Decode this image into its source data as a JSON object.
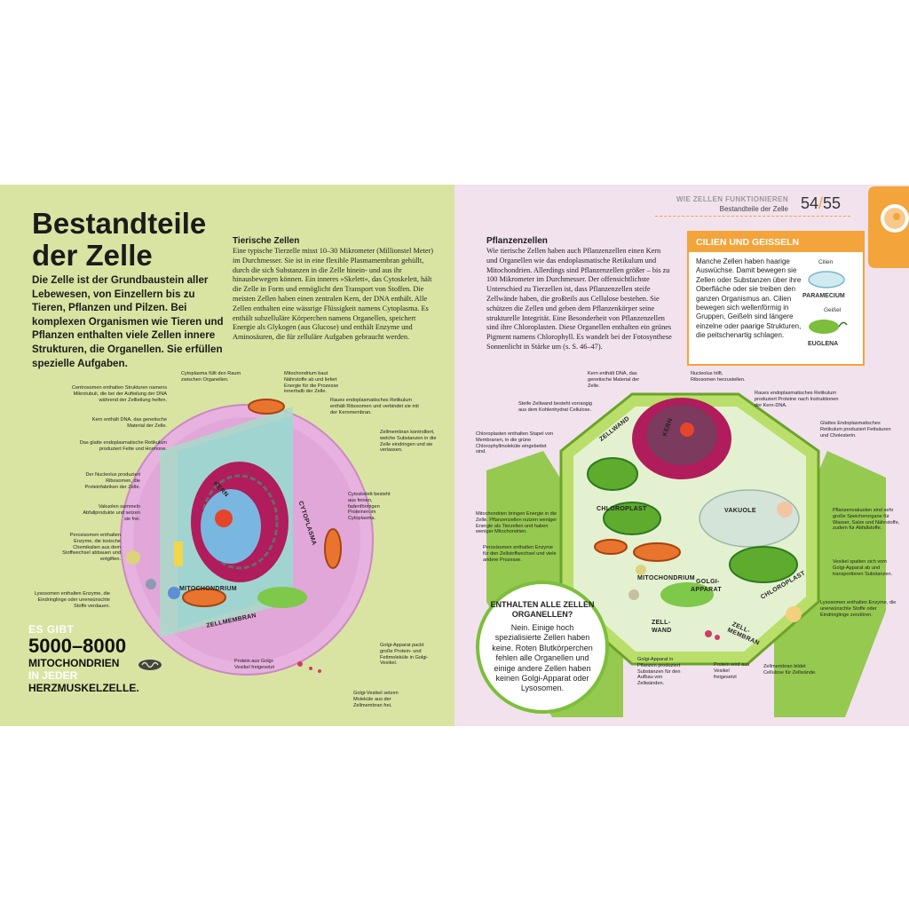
{
  "left": {
    "title_lines": [
      "Bestandteile",
      "der Zelle"
    ],
    "intro": "Die Zelle ist der Grundbaustein aller Lebewesen, von Einzellern bis zu Tieren, Pflanzen und Pilzen. Bei komplexen Organismen wie Tieren und Pflanzen enthalten viele Zellen innere Strukturen, die Organellen. Sie erfüllen spezielle Aufgaben.",
    "tier_head": "Tierische Zellen",
    "tier_body": "Eine typische Tierzelle misst 10–30 Mikrometer (Millionstel Meter) im Durchmesser. Sie ist in eine flexible Plasmamembran gehüllt, durch die sich Substanzen in die Zelle hinein- und aus ihr hinausbewegen können. Ein inneres »Skelett«, das Cytoskelett, hält die Zelle in Form und ermöglicht den Transport von Stoffen. Die meisten Zellen haben einen zentralen Kern, der DNA enthält. Alle Zellen enthalten eine wässrige Flüssigkeit namens Cytoplasma. Es enthält subzelluläre Körperchen namens Organellen, speichert Energie als Glykogen (aus Glucose) und enthält Enzyme und Aminosäuren, die für zelluläre Aufgaben gebraucht werden.",
    "fact": {
      "l1": "ES GIBT",
      "l2": "5000–8000",
      "l3": "MITOCHONDRIEN",
      "l4": "IN JEDER",
      "l5": "HERZMUSKELZELLE."
    },
    "annotations": {
      "cytoplasma": "Cytoplasma füllt den Raum zwischen Organellen.",
      "centrosomen": "Centrosomen enthalten Strukturen namens Mikrotubuli, die bei der Aufteilung der DNA während der Zellteilung helfen.",
      "kern": "Kern enthält DNA, das genetische Material der Zelle.",
      "glattes_er": "Das glatte endoplasmatische Retikulum produziert Fette und Hormone.",
      "nucleolus": "Der Nucleolus produziert Ribosomen, die Proteinfabriken der Zelle.",
      "vakuolen": "Vakuolen sammeln Abfallprodukte und setzen sie frei.",
      "peroxisomen": "Peroxisomen enthalten Enzyme, die toxische Chemikalien aus dem Stoffwechsel abbauen und entgiften.",
      "lysosomen": "Lysosomen enthalten Enzyme, die Eindringlinge oder unerwünschte Stoffe verdauen.",
      "mitochondrium": "Mitochondrium baut Nährstoffe ab und liefert Energie für die Prozesse innerhalb der Zelle.",
      "raues_er": "Raues endoplasmatisches Retikulum enthält Ribosomen und verbindet sie mit der Kernmembran.",
      "zellmembran": "Zellmembran kontrolliert, welche Substanzen in die Zelle eindringen und sie verlassen.",
      "cytoskelett": "Cytoskelett besteht aus feinen, fadenförmigen Proteinen im Cytoplasma.",
      "golgi_apparat": "Golgi-Apparat packt große Protein- und Fettmoleküle in Golgi-Vesikel.",
      "golgi_vesikel": "Golgi-Vesikel setzen Moleküle aus der Zellmembran frei.",
      "protein": "Protein aus Golgi-Vesikel freigesetzt"
    },
    "labels": {
      "kern": "KERN",
      "cytoplasma": "CYTOPLASMA",
      "mitochondrium": "MITOCHONDRIUM",
      "zellmembran": "ZELLMEMBRAN"
    }
  },
  "right": {
    "header_section": "WIE ZELLEN FUNKTIONIEREN",
    "header_sub": "Bestandteile der Zelle",
    "page_a": "54",
    "page_sep": "/",
    "page_b": "55",
    "pfl_head": "Pflanzenzellen",
    "pfl_body": "Wie tierische Zellen haben auch Pflanzenzellen einen Kern und Organellen wie das endoplasmatische Retikulum und Mitochondrien. Allerdings sind Pflanzenzellen größer – bis zu 100 Mikrometer im Durchmesser. Der offensichtlichste Unterschied zu Tierzellen ist, dass Pflanzenzellen steife Zellwände haben, die großteils aus Cellulose bestehen. Sie schützen die Zellen und geben dem Pflanzenkörper seine strukturelle Integrität. Eine Besonderheit von Pflanzenzellen sind ihre Chloroplasten. Diese Organellen enthalten ein grünes Pigment namens Chlorophyll. Es wandelt bei der Fotosynthese Sonnenlicht in Stärke um (s. S. 46–47).",
    "box": {
      "title": "CILIEN UND GEISSELN",
      "body": "Manche Zellen haben haarige Auswüchse. Damit bewegen sie Zellen oder Substanzen über ihre Oberfläche oder sie treiben den ganzen Organismus an. Cilien bewegen sich wellenförmig in Gruppen, Geißeln sind längere einzelne oder paarige Strukturen, die peitschenartig schlagen.",
      "cilien": "Cilien",
      "paramecium": "PARAMECIUM",
      "geissel": "Geißel",
      "euglena": "EUGLENA"
    },
    "question": {
      "head": "ENTHALTEN ALLE ZELLEN ORGANELLEN?",
      "body": "Nein. Einige hoch spezialisierte Zellen haben keine. Roten Blutkörperchen fehlen alle Organellen und einige andere Zellen haben keinen Golgi-Apparat oder Lysosomen."
    },
    "annotations": {
      "kern": "Kern enthält DNA, das genetische Material der Zelle.",
      "nucleolus": "Nucleolus hilft, Ribosomen herzustellen.",
      "raues_er": "Raues endoplasmatisches Retikulum produziert Proteine nach Instruktionen der Kern-DNA.",
      "zellwand": "Steife Zellwand besteht vorrangig aus dem Kohlenhydrat Cellulose.",
      "glattes_er": "Glattes Endoplasmatisches Retikulum produziert Fettsäuren und Cholesterin.",
      "chloroplasten": "Chloroplasten enthalten Stapel von Membranen, in die grüne Chlorophyllmoleküle eingebettet sind.",
      "mitochondrien": "Mitochondrien bringen Energie in die Zelle. Pflanzenzellen nutzen weniger Energie als Tierzellen und haben weniger Mitochondrien.",
      "vakuolen": "Pflanzenvakuolen sind sehr große Speicherorgane für Wasser, Salze und Nährstoffe, zudem für Abfallstoffe.",
      "peroxisomen": "Peroxisomen enthalten Enzyme für den Zellstoffwechsel und viele andere Prozesse.",
      "vesikel": "Vesikel spalten sich vom Golgi-Apparat ab und transportieren Substanzen.",
      "lysosomen": "Lysosomen enthalten Enzyme, die unerwünschte Stoffe oder Eindringlinge zerstören.",
      "golgi": "Golgi-Apparat in Pflanzen produziert Substanzen für den Aufbau von Zellwänden.",
      "protein": "Protein wird aus Vesikel freigesetzt",
      "zellmembran": "Zellmembran bildet Cellulose für Zellwände."
    },
    "labels": {
      "zellwand": "ZELLWAND",
      "kern": "KERN",
      "chloroplast": "CHLOROPLAST",
      "vakuole": "VAKUOLE",
      "mitochondrium": "MITOCHONDRIUM",
      "golgi1": "GOLGI-",
      "golgi2": "APPARAT",
      "chloroplast2": "CHLOROPLAST",
      "zell": "ZELL-",
      "wand": "WAND",
      "zellmembran1": "ZELL-",
      "zellmembran2": "MEMBRAN"
    }
  },
  "colors": {
    "left_bg": "#d9e4a3",
    "right_bg": "#f1e2ee",
    "accent": "#f3a43a",
    "green": "#7bbf3a"
  }
}
